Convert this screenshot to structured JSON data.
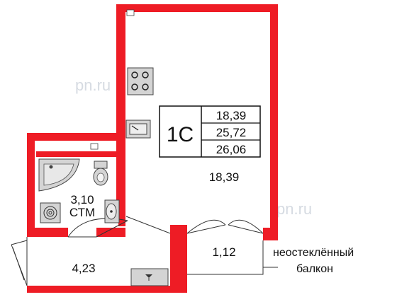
{
  "watermarks": [
    "pn.ru",
    "pn.ru"
  ],
  "legend": {
    "type_code": "1C",
    "values": [
      "18,39",
      "25,72",
      "26,06"
    ]
  },
  "rooms": {
    "living": {
      "area": "18,39"
    },
    "bathroom": {
      "area": "3,10",
      "name": "СТМ"
    },
    "hallway": {
      "area": "4,23"
    },
    "balcony": {
      "area": "1,12",
      "note_line1": "неостеклённый",
      "note_line2": "балкон"
    }
  },
  "colors": {
    "wall": "#ee1c25",
    "fixture_fill": "#d4d4d4",
    "line": "#333333"
  },
  "icons": [
    "stove-icon",
    "sink-icon",
    "bathtub-icon",
    "toilet-icon",
    "washbasin-icon",
    "washing-machine-icon",
    "electrical-panel-icon",
    "window-icon",
    "door-icon"
  ]
}
